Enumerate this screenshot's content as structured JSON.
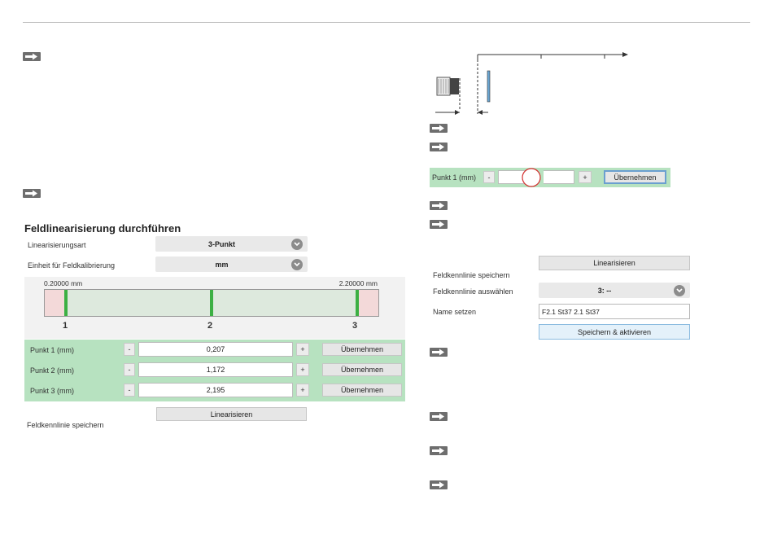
{
  "left": {
    "section_title": "Feldlinearisierung durchführen",
    "linearisierungsart": {
      "label": "Linearisierungsart",
      "value": "3-Punkt"
    },
    "einheit": {
      "label": "Einheit für Feldkalibrierung",
      "value": "mm"
    },
    "calibration": {
      "min_label": "0.20000 mm",
      "max_label": "2.20000 mm",
      "point_labels": [
        "1",
        "2",
        "3"
      ]
    },
    "points": [
      {
        "label": "Punkt 1 (mm)",
        "value": "0,207"
      },
      {
        "label": "Punkt 2 (mm)",
        "value": "1,172"
      },
      {
        "label": "Punkt 3 (mm)",
        "value": "2,195"
      }
    ],
    "minus_label": "-",
    "plus_label": "+",
    "apply_label": "Übernehmen",
    "linearize_label": "Linearisieren",
    "save_label": "Feldkennlinie speichern"
  },
  "right": {
    "punkt_row": {
      "label": "Punkt 1 (mm)",
      "minus": "-",
      "plus": "+",
      "apply": "Übernehmen"
    },
    "linearize_label": "Linearisieren",
    "save_label": "Feldkennlinie speichern",
    "select_curve": {
      "label": "Feldkennlinie auswählen",
      "value": "3: --"
    },
    "name": {
      "label": "Name setzen",
      "value": "F2.1 St37 2.1 St37"
    },
    "save_activate_label": "Speichern & aktivieren"
  },
  "colors": {
    "accent_green": "#3cb043",
    "row_green": "#b7e2c0",
    "bullet_gray": "#6e6e6e",
    "blue_button": "#e4f1fa"
  },
  "icons": [
    "arrow-right-icon",
    "chevron-down-icon",
    "sensor-icon"
  ]
}
